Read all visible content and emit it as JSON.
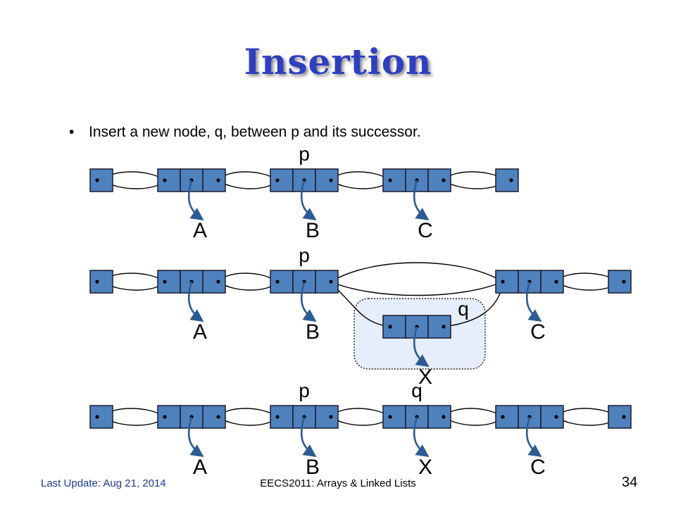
{
  "title": "Insertion",
  "bullet": "Insert a new node, q, between p and its successor.",
  "diagram": {
    "rows": [
      {
        "pointers": [
          {
            "label": "p",
            "node": 1
          }
        ],
        "nodes": [
          {
            "kind": "sentinel"
          },
          {
            "kind": "node",
            "element": "A"
          },
          {
            "kind": "node",
            "element": "B"
          },
          {
            "kind": "node",
            "element": "C"
          },
          {
            "kind": "sentinel"
          }
        ]
      },
      {
        "pointers": [
          {
            "label": "p",
            "node": 1
          },
          {
            "label": "q",
            "node": "new"
          }
        ],
        "nodes": [
          {
            "kind": "sentinel"
          },
          {
            "kind": "node",
            "element": "A"
          },
          {
            "kind": "node",
            "element": "B"
          },
          {
            "kind": "node",
            "element": "C"
          },
          {
            "kind": "sentinel"
          }
        ],
        "new_node": {
          "element": "X"
        }
      },
      {
        "pointers": [
          {
            "label": "p",
            "node": 1
          },
          {
            "label": "q",
            "node": 2
          }
        ],
        "nodes": [
          {
            "kind": "sentinel"
          },
          {
            "kind": "node",
            "element": "A"
          },
          {
            "kind": "node",
            "element": "B"
          },
          {
            "kind": "node",
            "element": "X"
          },
          {
            "kind": "node",
            "element": "C"
          },
          {
            "kind": "sentinel"
          }
        ]
      }
    ]
  },
  "colors": {
    "node_fill": "#4f81bd",
    "node_stroke": "#1a1a2e",
    "element_arrow": "#2b5c94",
    "highlight_fill": "#e6edfb",
    "title": "#2f3fbf"
  },
  "footer": {
    "left": "Last Update: Aug 21, 2014",
    "center": "EECS2011: Arrays & Linked Lists",
    "page": "34"
  }
}
